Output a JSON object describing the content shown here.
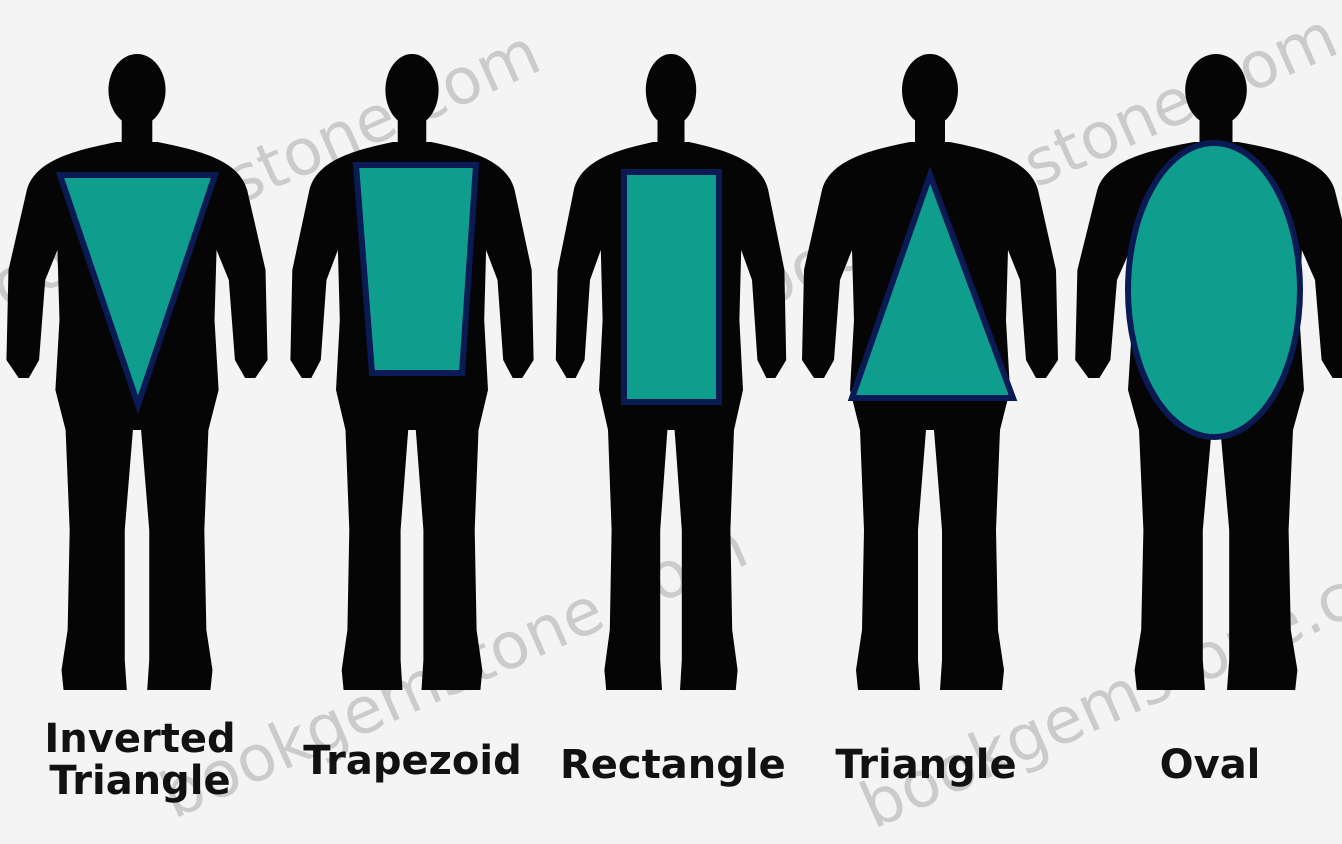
{
  "colors": {
    "background": "#f4f4f4",
    "silhouette": "#050505",
    "shape_fill": "#0f9e8e",
    "shape_border": "#0a1a55"
  },
  "figures": [
    {
      "shape": "inverted-triangle",
      "label_lines": [
        "Inverted",
        "Triangle"
      ]
    },
    {
      "shape": "trapezoid",
      "label_lines": [
        "Trapezoid"
      ]
    },
    {
      "shape": "rectangle",
      "label_lines": [
        "Rectangle"
      ]
    },
    {
      "shape": "triangle",
      "label_lines": [
        "Triangle"
      ]
    },
    {
      "shape": "oval",
      "label_lines": [
        "Oval"
      ]
    }
  ],
  "watermark": "bookgemstone.com"
}
